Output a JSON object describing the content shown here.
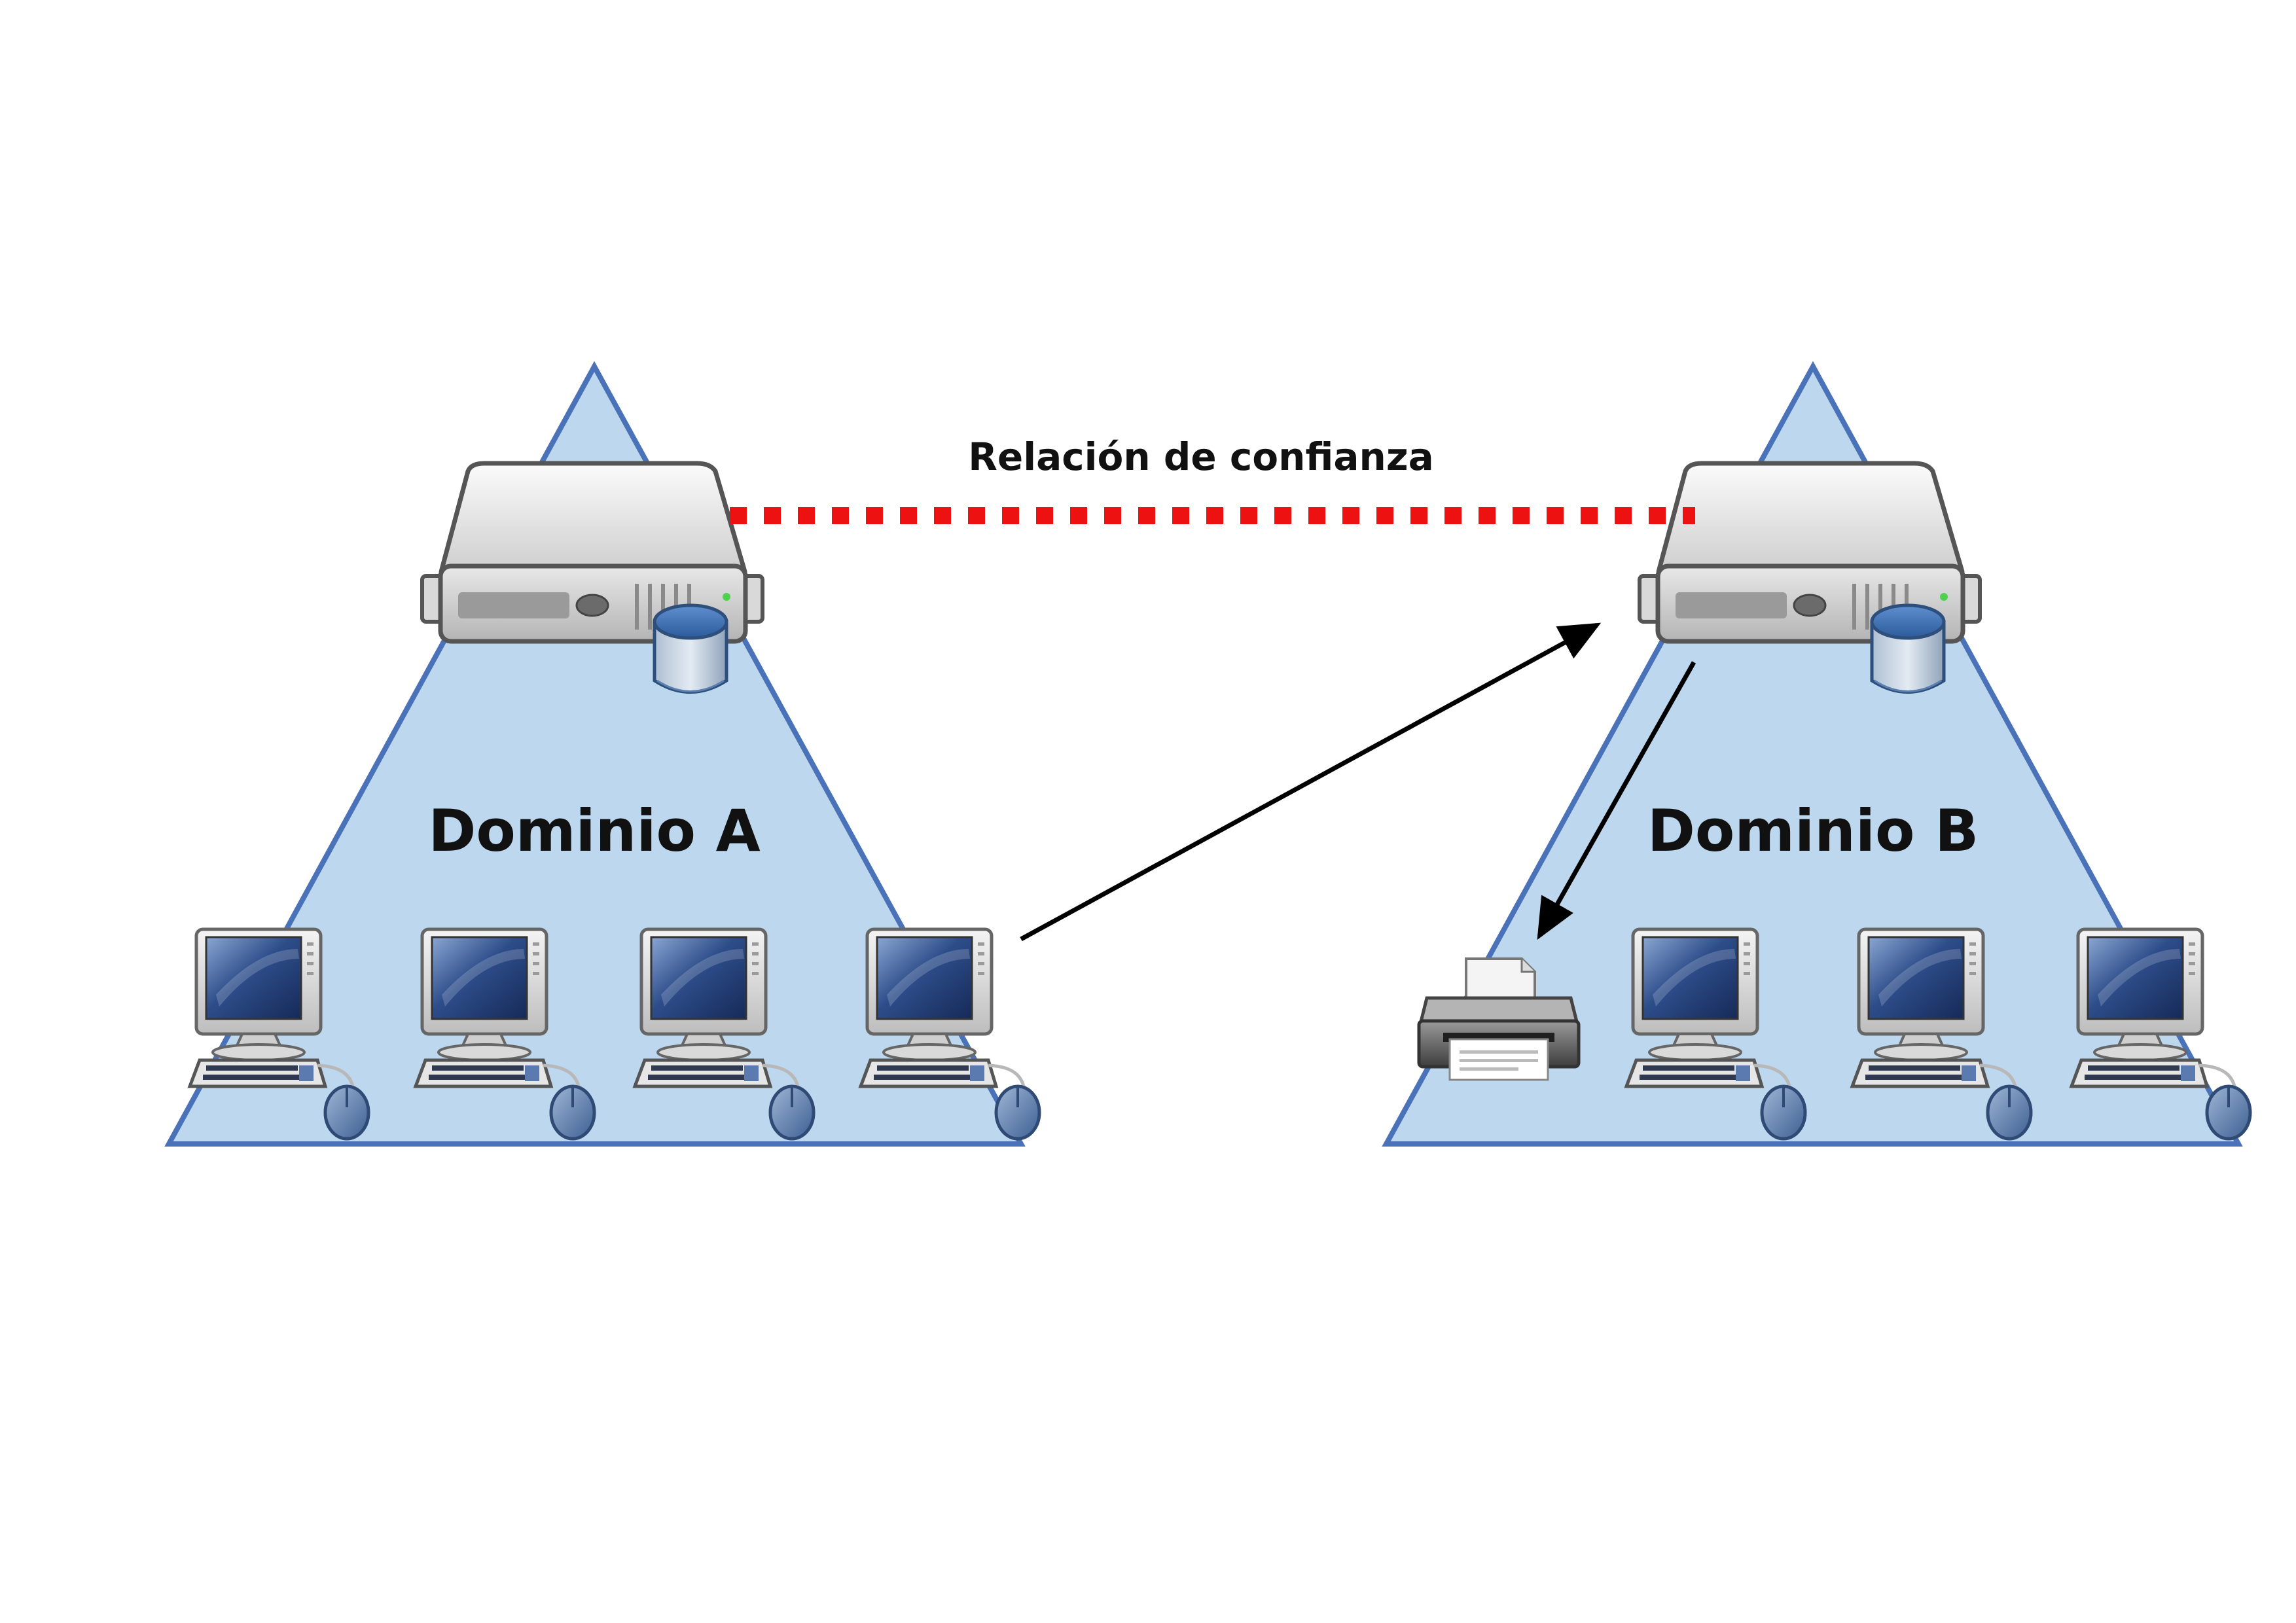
{
  "trust_link": {
    "label": "Relación de confianza",
    "color": "#ee1111",
    "style": "dotted"
  },
  "domains": [
    {
      "label": "Dominio A",
      "server": {
        "icon": "server-icon",
        "database_icon": "database-icon"
      },
      "workstations": 4,
      "printers": 0
    },
    {
      "label": "Dominio B",
      "server": {
        "icon": "server-icon",
        "database_icon": "database-icon"
      },
      "workstations": 3,
      "printers": 1
    }
  ],
  "arrows": [
    {
      "from": "Dominio A workstation",
      "to": "Dominio B server"
    },
    {
      "from": "Dominio B server",
      "to": "Dominio B printer"
    }
  ],
  "colors": {
    "triangle_fill": "#bdd7ee",
    "triangle_stroke": "#4a72b8",
    "arrow": "#000000",
    "monitor_screen": "#243f78",
    "db_blue": "#3b6aa8"
  }
}
